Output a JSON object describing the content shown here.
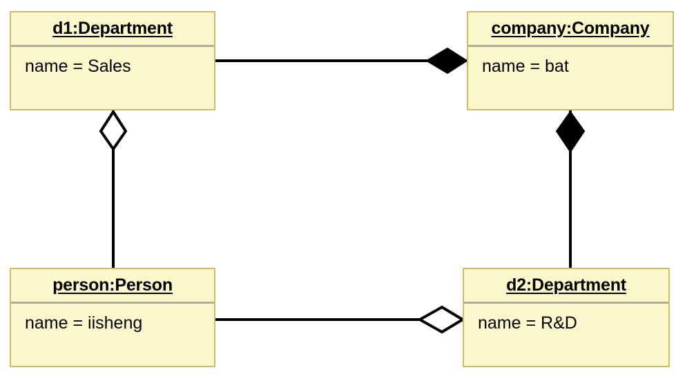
{
  "diagram": {
    "type": "uml-object-diagram",
    "background_color": "#ffffff",
    "box_fill_color": "#fbf7cc",
    "box_border_color": "#cdbd66",
    "divider_color": "#adada1",
    "line_color": "#000000",
    "objects": [
      {
        "id": "d1",
        "title": "d1:Department",
        "slot": "name = Sales",
        "position": "top-left"
      },
      {
        "id": "company",
        "title": "company:Company",
        "slot": "name = bat",
        "position": "top-right"
      },
      {
        "id": "person",
        "title": "person:Person",
        "slot": "name = iisheng",
        "position": "bottom-left"
      },
      {
        "id": "d2",
        "title": "d2:Department",
        "slot": "name = R&D",
        "position": "bottom-right"
      }
    ],
    "links": [
      {
        "id": "link-d1-company",
        "from": "d1",
        "to": "company",
        "adornment": "filled-diamond",
        "adornment_end": "company",
        "relationship": "composition",
        "orientation": "horizontal"
      },
      {
        "id": "link-d1-person",
        "from": "d1",
        "to": "person",
        "adornment": "hollow-diamond",
        "adornment_end": "d1",
        "relationship": "aggregation",
        "orientation": "vertical"
      },
      {
        "id": "link-company-d2",
        "from": "company",
        "to": "d2",
        "adornment": "filled-diamond",
        "adornment_end": "company",
        "relationship": "composition",
        "orientation": "vertical"
      },
      {
        "id": "link-person-d2",
        "from": "person",
        "to": "d2",
        "adornment": "hollow-diamond",
        "adornment_end": "d2",
        "relationship": "aggregation",
        "orientation": "horizontal"
      }
    ]
  }
}
